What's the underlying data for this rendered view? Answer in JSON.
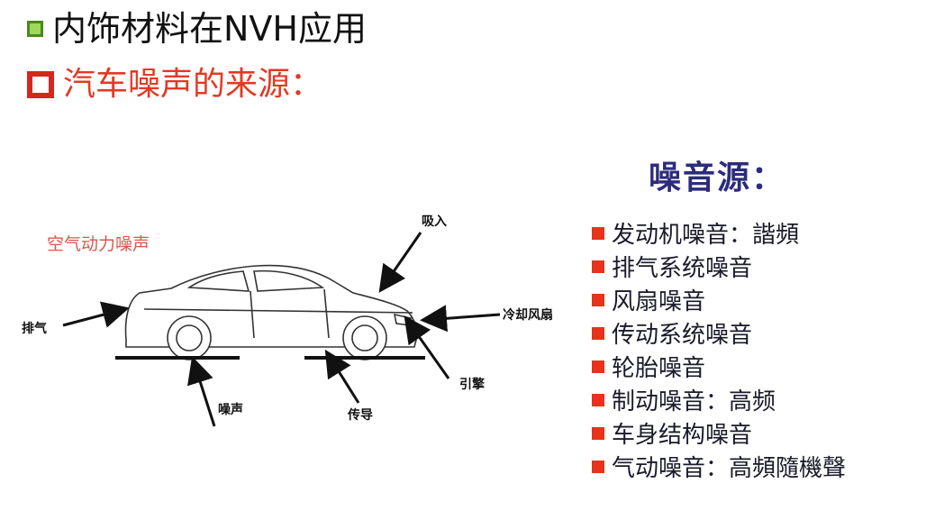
{
  "heading": {
    "title": "内饰材料在NVH应用",
    "subtitle": "汽车噪声的来源："
  },
  "diagram": {
    "caption": "空气动力噪声",
    "labels": {
      "intake": "吸入",
      "exhaust": "排气",
      "cooling_fan": "冷却风扇",
      "engine": "引擎",
      "noise": "噪声",
      "transmission": "传导"
    }
  },
  "noise_sources": {
    "title": "噪音源：",
    "items": [
      "发动机噪音：諧頻",
      "排气系统噪音",
      "风扇噪音",
      "传动系统噪音",
      "轮胎噪音",
      "制动噪音：高频",
      "车身结构噪音",
      "气动噪音：高頻隨機聲"
    ]
  },
  "colors": {
    "accent_red": "#e23a25",
    "bullet_green": "#9fd85a",
    "navy": "#2c2c7c"
  }
}
